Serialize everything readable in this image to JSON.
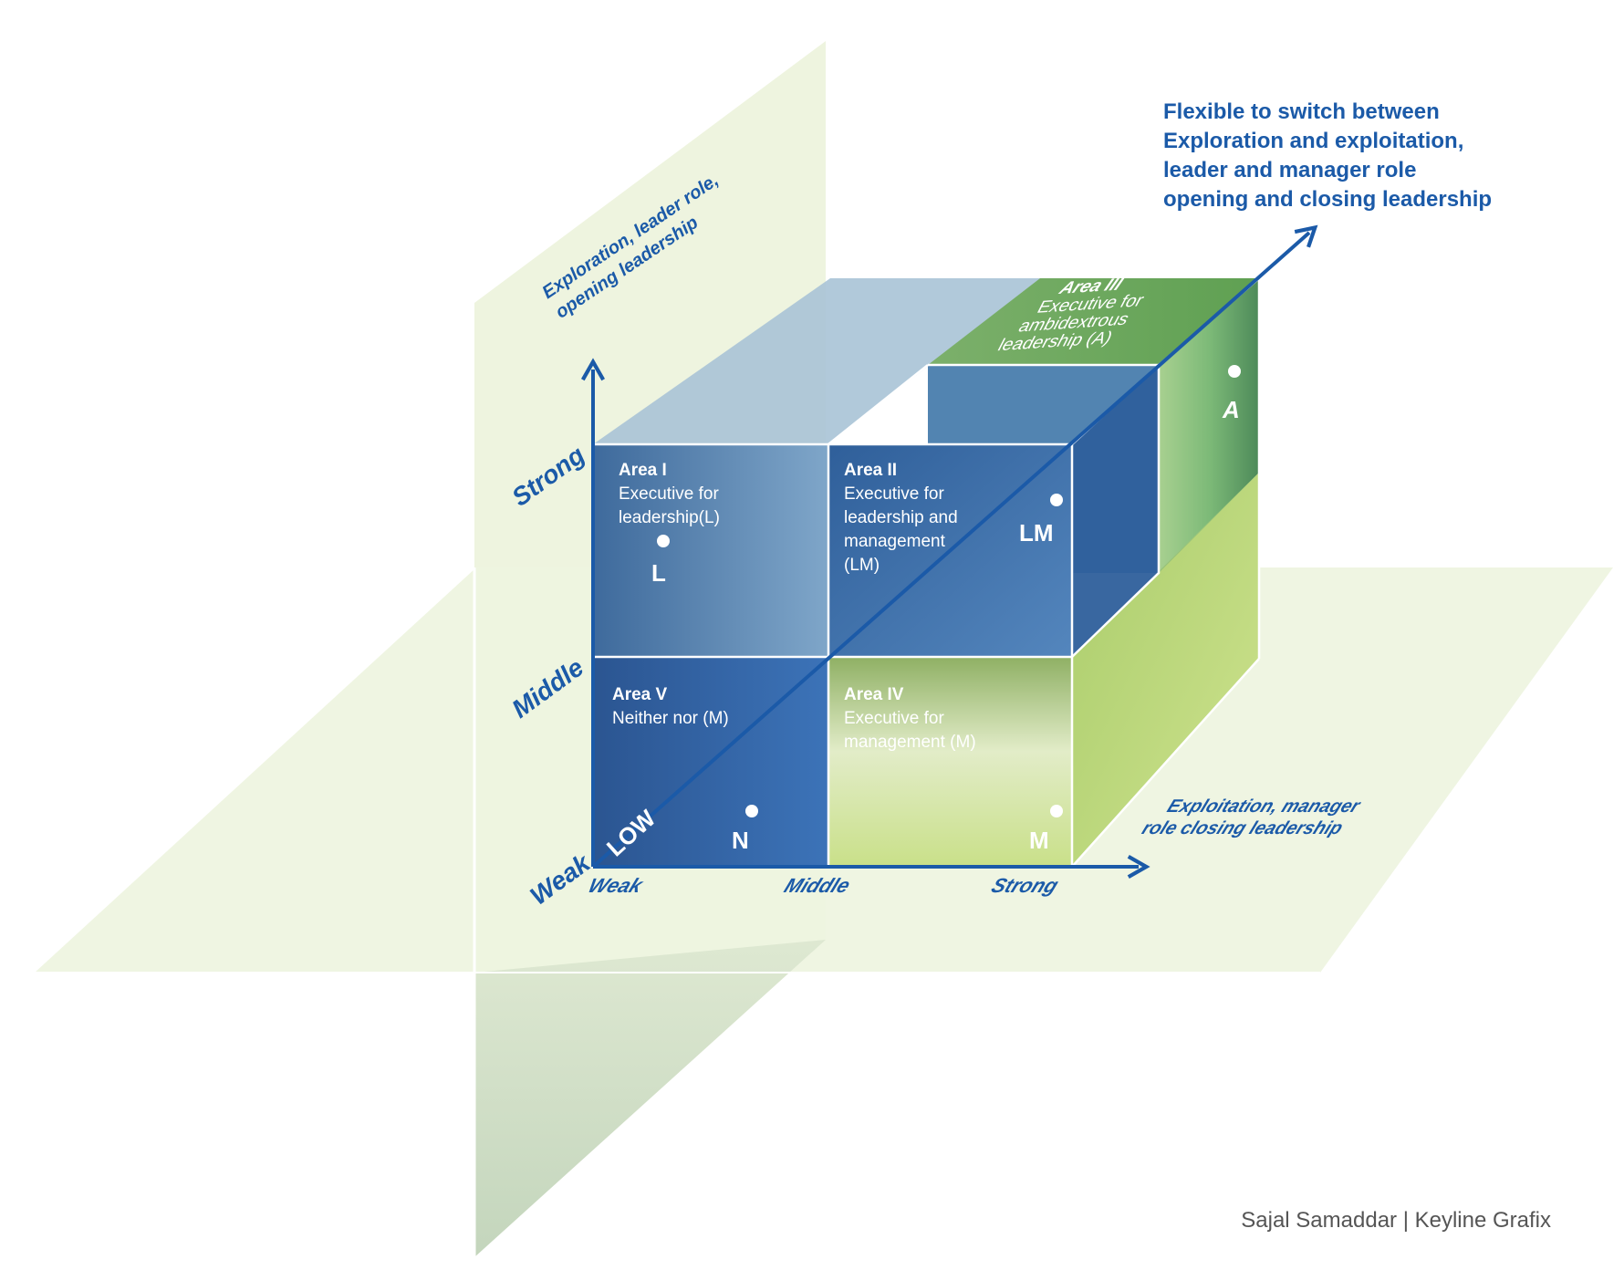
{
  "top_right_note": [
    "Flexible to switch between",
    "Exploration and exploitation,",
    "leader and manager role",
    "opening and closing leadership"
  ],
  "vertical_plane_label": [
    "Exploration, leader role,",
    "opening leadership"
  ],
  "horizontal_plane_label": [
    "Exploitation, manager",
    "role closing leadership"
  ],
  "y_axis_labels": {
    "strong": "Strong",
    "middle": "Middle",
    "weak": "Weak"
  },
  "x_axis_labels": {
    "weak": "Weak",
    "middle": "Middle",
    "strong": "Strong"
  },
  "origin_label": "LOW",
  "areas": {
    "area1": {
      "title": "Area  I",
      "lines": [
        "Executive for",
        "leadership(L)"
      ],
      "point": "L"
    },
    "area2": {
      "title": "Area  II",
      "lines": [
        "Executive for",
        "leadership and",
        "management",
        "(LM)"
      ],
      "point": "LM"
    },
    "area3": {
      "title": "Area  III",
      "lines": [
        "Executive for",
        "ambidextrous",
        "leadership (A)"
      ],
      "point": "A"
    },
    "area4": {
      "title": "Area  IV",
      "lines": [
        "Executive for",
        "management (M)"
      ],
      "point": "M"
    },
    "area5": {
      "title": "Area  V",
      "lines": [
        "Neither nor (M)"
      ],
      "point": "N"
    }
  },
  "credit": "Sajal Samaddar | Keyline Grafix",
  "colors": {
    "plane": "#eef3de",
    "blue_dark": "#1e4f96",
    "blue_mid": "#3f76b8",
    "green": "#5aa64a",
    "green_light": "#c8e08a",
    "axis": "#1b5aa8"
  }
}
